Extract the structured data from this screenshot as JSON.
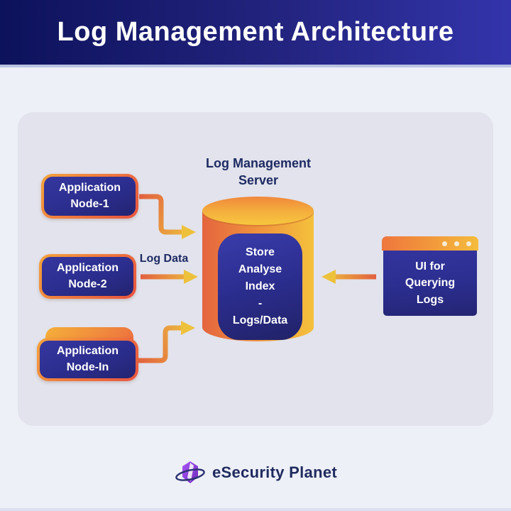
{
  "header": {
    "title": "Log Management Architecture"
  },
  "diagram": {
    "server_label": "Log Management\nServer",
    "log_data_label": "Log Data",
    "nodes": [
      {
        "label": "Application\nNode-1"
      },
      {
        "label": "Application\nNode-2"
      },
      {
        "label": "Application\nNode-In",
        "stacked": true
      }
    ],
    "cylinder": {
      "lines": [
        "Store",
        "Analyse",
        "Index",
        "-",
        "Logs/Data"
      ]
    },
    "ui_box": {
      "label": "UI for\nQuerying\nLogs"
    },
    "icons": [
      "browser-window-dots-icon",
      "planet-gem-icon"
    ]
  },
  "footer": {
    "brand": "eSecurity Planet"
  },
  "colors": {
    "header_gradient_left": "#0d125c",
    "header_gradient_right": "#3334ab",
    "panel_bg": "#e2e3ec",
    "page_bg": "#eef0f8",
    "node_navy": "#2b2d8e",
    "accent_orange": "#e8673f",
    "accent_yellow": "#f4c13c",
    "text_navy": "#1e2a63",
    "logo_purple": "#8b3fd6"
  }
}
